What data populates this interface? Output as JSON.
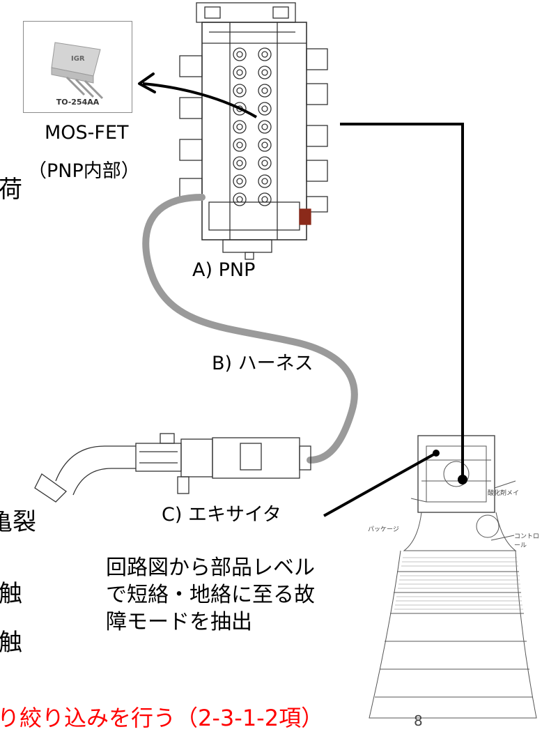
{
  "thumbnail": {
    "caption": "TO-254AA",
    "logo": "IGR"
  },
  "labels": {
    "mosfet": "MOS-FET",
    "mosfet_sub": "（PNP内部）",
    "pnp": "A) PNP",
    "harness": "B) ハーネス",
    "exciter": "C) エキサイタ"
  },
  "note": {
    "line1": "回路図から部品レベル",
    "line2": "で短絡・地絡に至る故",
    "line3": "障モードを抽出"
  },
  "left_fragments": [
    "荷",
    "亀裂",
    "触",
    "触"
  ],
  "bottom_red": "り絞り込みを行う（2-3-1-2項）",
  "page_number": "8",
  "engine_callouts": [
    "酸化剤メイ",
    "パッケージ",
    "コントロール"
  ],
  "colors": {
    "harness": "#9a9a9a",
    "red_text": "#ff0000",
    "wire": "#000000"
  }
}
